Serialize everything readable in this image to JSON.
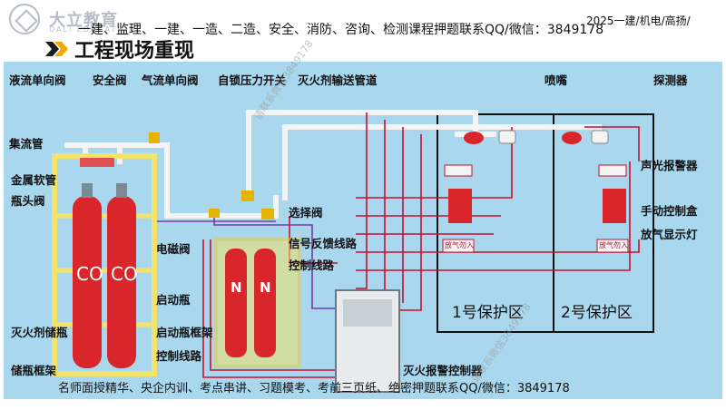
{
  "header": {
    "logo_text": "大立教育",
    "logo_sub": "DALI EDUCATION",
    "banner": "一建、监理、一建、一造、二造、安全、消防、咨询、检测课程押题联系QQ/微信：3849178",
    "tag": "2025一建/机电/高扬/",
    "title": "工程现场重现"
  },
  "labels": {
    "liquid_check_valve": "液流单向阀",
    "safety_valve": "安全阀",
    "gas_check_valve": "气流单向阀",
    "pressure_switch": "自锁压力开关",
    "delivery_pipe": "灭火剂输送管道",
    "nozzle": "喷嘴",
    "detector": "探测器",
    "manifold": "集流管",
    "metal_hose": "金属软管",
    "bottle_valve": "瓶头阀",
    "sound_light_alarm": "声光报警器",
    "selector_valve": "选择阀",
    "manual_box": "手动控制盒",
    "solenoid_valve": "电磁阀",
    "signal_feedback_line": "信号反馈线路",
    "release_light": "放气显示灯",
    "control_line_1": "控制线路",
    "starter_bottle": "启动瓶",
    "agent_storage_bottle": "灭火剂储瓶",
    "starter_rack": "启动瓶框架",
    "control_line_2": "控制线路",
    "storage_rack": "储瓶框架",
    "alarm_controller": "灭火报警控制器"
  },
  "zones": {
    "zone1": "1号保护区",
    "zone2": "2号保护区"
  },
  "bottle_marks": {
    "co2": "CO",
    "n2": "N"
  },
  "indicator_text": "放气勿入",
  "footer": {
    "banner": "名师面授精华、央企内训、考点串讲、习题模考、考前三页纸、绝密押题联系QQ/微信：3849178"
  },
  "watermark": "请联系微信3849178",
  "colors": {
    "background": "#a9d7ee",
    "cylinder_red": "#d9262b",
    "rack_yellow": "#f3e36a",
    "pipe_white": "#f4f4f4",
    "wire_red": "#c8102e",
    "wire_purple": "#7a3aa0"
  }
}
